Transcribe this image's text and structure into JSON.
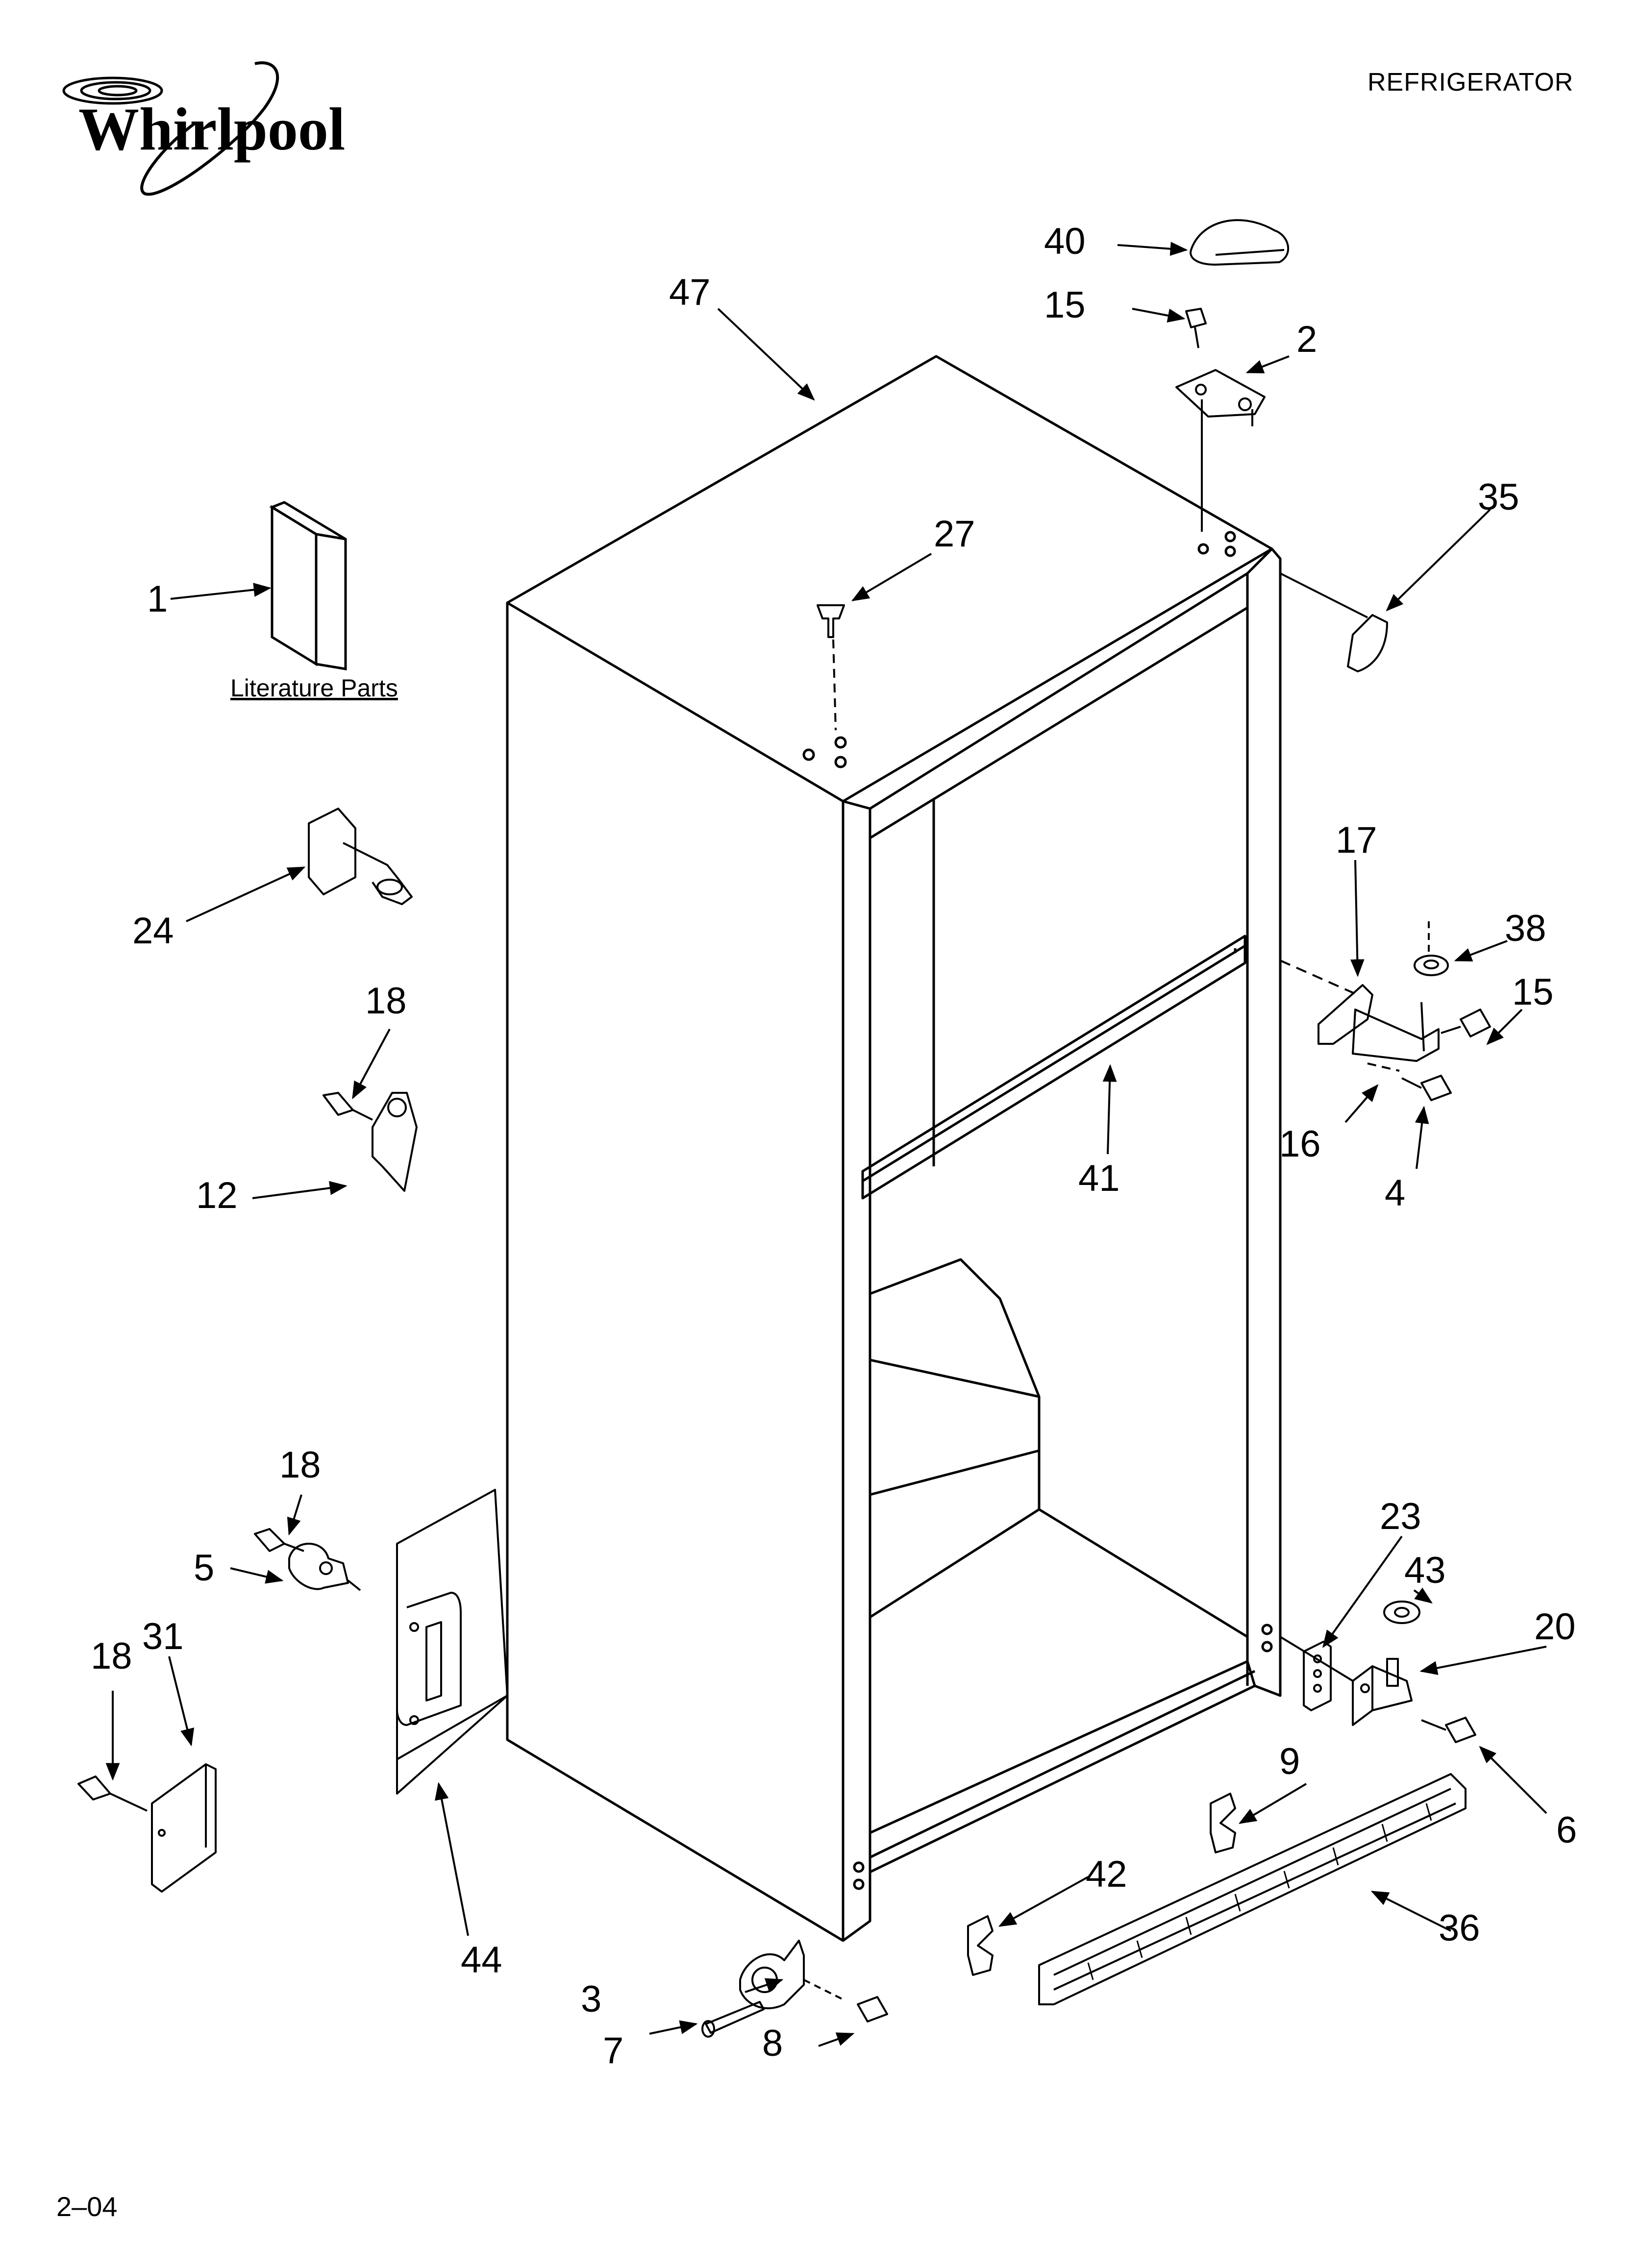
{
  "header": {
    "brand": "Whirlpool",
    "title": "REFRIGERATOR"
  },
  "literature_label": "Literature Parts",
  "footer": {
    "code": "2–04"
  },
  "callouts": {
    "c1": "1",
    "c2": "2",
    "c3": "3",
    "c4": "4",
    "c5": "5",
    "c6": "6",
    "c7": "7",
    "c8": "8",
    "c9": "9",
    "c12": "12",
    "c15a": "15",
    "c15b": "15",
    "c16": "16",
    "c17": "17",
    "c18a": "18",
    "c18b": "18",
    "c18c": "18",
    "c20": "20",
    "c23": "23",
    "c24": "24",
    "c27": "27",
    "c31": "31",
    "c35": "35",
    "c36": "36",
    "c38": "38",
    "c40": "40",
    "c41": "41",
    "c42": "42",
    "c43": "43",
    "c44": "44",
    "c47": "47"
  }
}
